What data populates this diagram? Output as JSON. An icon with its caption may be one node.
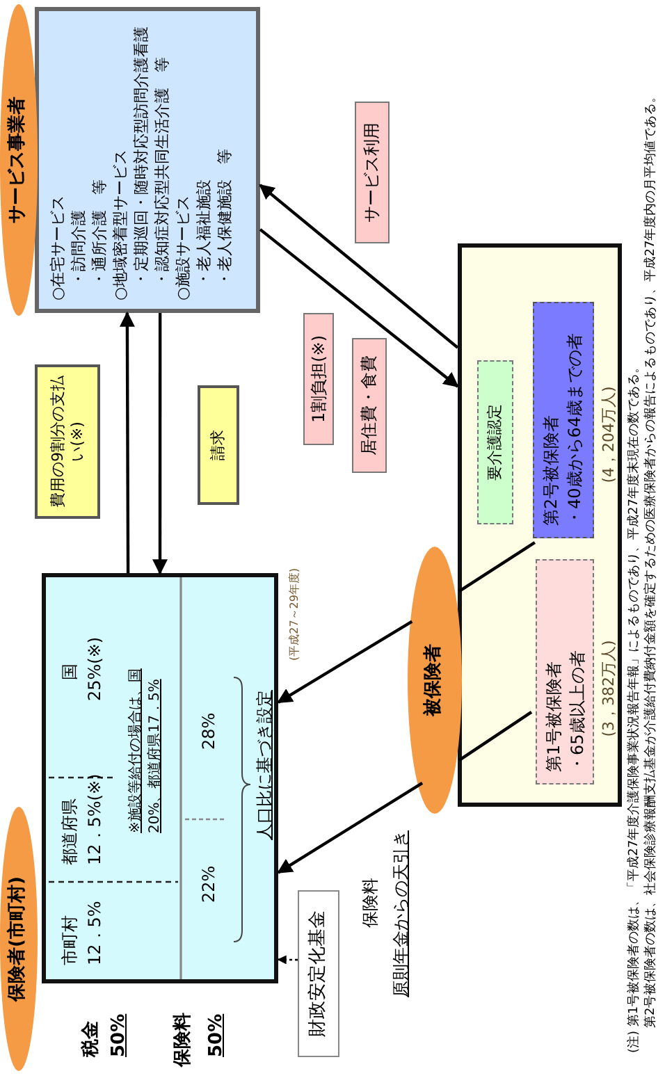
{
  "diagram": {
    "nodes": [
      {
        "text": [
          "保険者(市町村)"
        ]
      },
      {
        "text": [
          "サービス事業者"
        ]
      },
      {
        "text": [
          "○在宅サービス",
          "・訪問介護",
          "・通所介護　等",
          "○地域密着型サービス",
          "・定期巡回・随時対応型訪問介護看護",
          "・認知症対応型共同生活介護　等",
          "○施設サービス",
          "・老人福祉施設",
          "・老人保健施設　等"
        ]
      },
      {
        "text": [
          "市町村",
          "12．5%",
          "都道府県",
          "12．5%(※)",
          "国",
          "25%(※)",
          "※施設等給付の場合は、国20%、都道府県17．5%",
          "22%",
          "28%",
          "人口比に基づき設定"
        ]
      },
      {
        "text": [
          "財政安定化基金"
        ]
      },
      {
        "text": [
          "費用の9割分の支払い(※)"
        ]
      },
      {
        "text": [
          "請求"
        ]
      },
      {
        "text": [
          "サービス利用"
        ]
      },
      {
        "text": [
          "1割負担(※)"
        ]
      },
      {
        "text": [
          "居住費・食費"
        ]
      },
      {
        "text": [
          "被保険者"
        ]
      },
      {
        "text": [],
        "shape": "box"
      },
      {
        "text": [
          "要介護認定"
        ],
        "in": 11
      },
      {
        "text": [
          "第2号被保険者",
          "・40歳から64歳までの者"
        ],
        "beside": [
          "(4，204万人)"
        ],
        "in": 11
      },
      {
        "text": [
          "第1号被保険者",
          "・65歳以上の者"
        ],
        "beside": [
          "(3，382万人)"
        ],
        "in": 11
      }
    ],
    "edges": [
      {
        "from": 3,
        "to": 2,
        "arrow": "to"
      },
      {
        "from": 2,
        "to": 3,
        "arrow": "to"
      },
      {
        "from": 11,
        "to": 2,
        "arrow": "to"
      },
      {
        "from": 2,
        "to": 11,
        "arrow": "to"
      },
      {
        "from": 13,
        "to": 10,
        "arrow": "none"
      },
      {
        "from": 14,
        "to": 10,
        "arrow": "none"
      },
      {
        "from": 10,
        "to": 3,
        "arrow": "to"
      },
      {
        "from": 10,
        "to": 3,
        "arrow": "to"
      },
      {
        "from": 4,
        "to": 3,
        "arrow": "to",
        "style": "dashed"
      }
    ],
    "labels": [
      "税金",
      "50%",
      "保険料",
      "50%",
      "(平成27～29年度)",
      "保険料",
      "原則年金からの天引き",
      "(注) 第1号被保険者の数は、「平成27年度介護保険事業状況報告年報」によるものであり、平成27年度末現在の数である。",
      "第2号被保険者の数は、社会保険診療報酬支払基金が介護給付費納付金額を確定するための医療保険者からの報告によるものであり、平成27年度内の月平均値である。"
    ]
  }
}
